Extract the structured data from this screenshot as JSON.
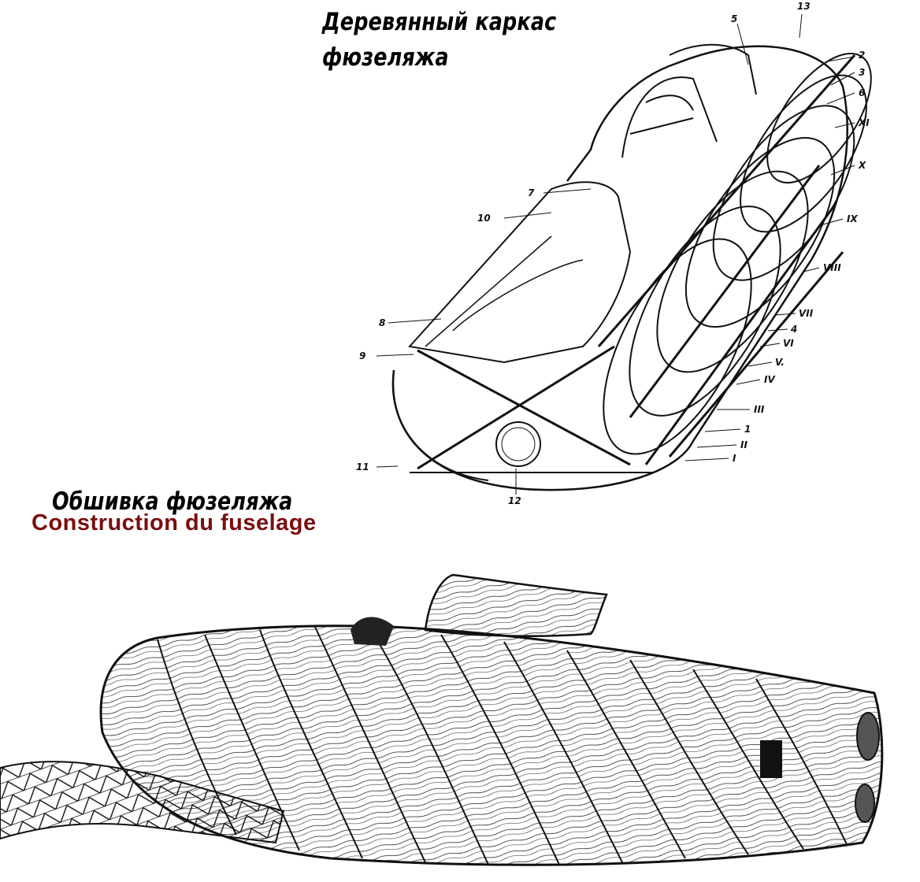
{
  "titles": {
    "frame_line1": "Деревянный каркас",
    "frame_line2": "фюзеляжа",
    "skin": "Обшивка фюзеляжа",
    "caption_fr": "Construction du fuselage"
  },
  "colors": {
    "caption_fr": "#7a0e0e",
    "ink": "#111111",
    "background": "#ffffff"
  },
  "callouts": {
    "c13": "13",
    "c5": "5",
    "c2": "2",
    "c3": "3",
    "c6": "6",
    "cXI": "XI",
    "cX": "X",
    "cIX": "IX",
    "cVIII": "VIII",
    "cVII": "VII",
    "c4": "4",
    "cVI": "VI",
    "cV": "V.",
    "cIV": "IV",
    "cIII": "III",
    "c1": "1",
    "cII": "II",
    "cI": "I",
    "c7": "7",
    "c10": "10",
    "c8": "8",
    "c9": "9",
    "c11": "11",
    "c12": "12"
  }
}
